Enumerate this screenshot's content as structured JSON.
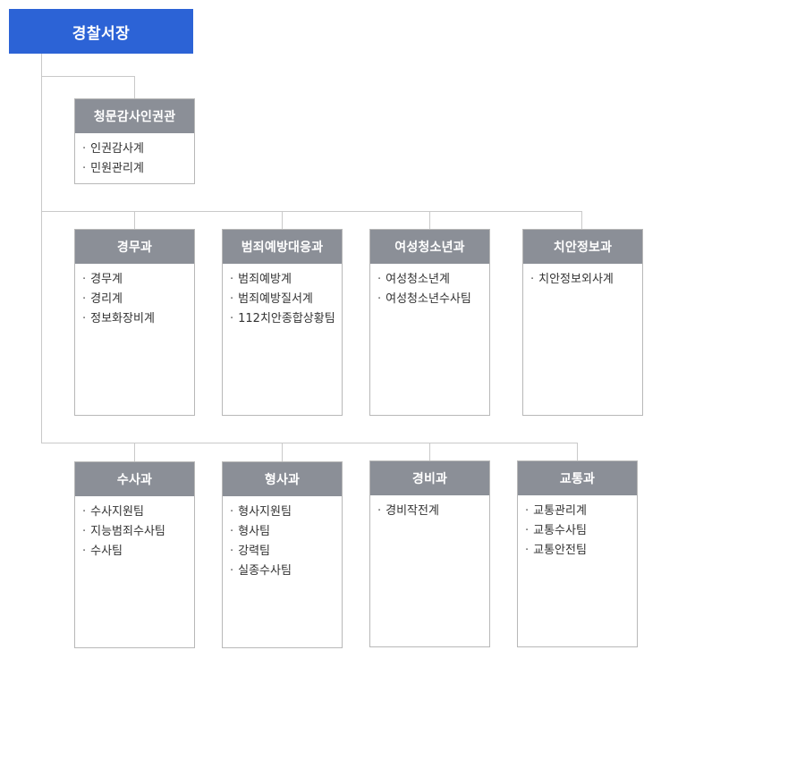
{
  "head": {
    "title": "경찰서장"
  },
  "bullet": "·",
  "audit": {
    "title": "청문감사인권관",
    "items": [
      "인권감사계",
      "민원관리계"
    ]
  },
  "row1": [
    {
      "title": "경무과",
      "items": [
        "경무계",
        "경리계",
        "정보화장비계"
      ]
    },
    {
      "title": "범죄예방대응과",
      "items": [
        "범죄예방계",
        "범죄예방질서계",
        "112치안종합상황팀"
      ]
    },
    {
      "title": "여성청소년과",
      "items": [
        "여성청소년계",
        "여성청소년수사팀"
      ]
    },
    {
      "title": "치안정보과",
      "items": [
        "치안정보외사계"
      ]
    }
  ],
  "row2": [
    {
      "title": "수사과",
      "items": [
        "수사지원팀",
        "지능범죄수사팀",
        "수사팀"
      ]
    },
    {
      "title": "형사과",
      "items": [
        "형사지원팀",
        "형사팀",
        "강력팀",
        "실종수사팀"
      ]
    },
    {
      "title": "경비과",
      "items": [
        "경비작전계"
      ]
    },
    {
      "title": "교통과",
      "items": [
        "교통관리계",
        "교통수사팀",
        "교통안전팀"
      ]
    }
  ]
}
